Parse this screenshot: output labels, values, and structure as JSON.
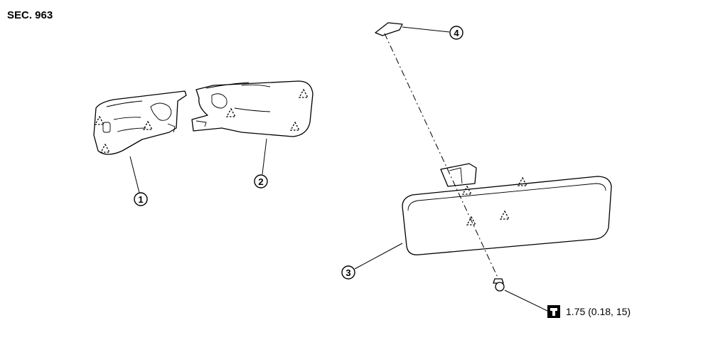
{
  "section_label": "SEC. 963",
  "callouts": [
    {
      "number": "1"
    },
    {
      "number": "2"
    },
    {
      "number": "3"
    },
    {
      "number": "4"
    }
  ],
  "torque": {
    "icon": "torque-wrench-icon",
    "value": "1.75 (0.18, 15)"
  }
}
